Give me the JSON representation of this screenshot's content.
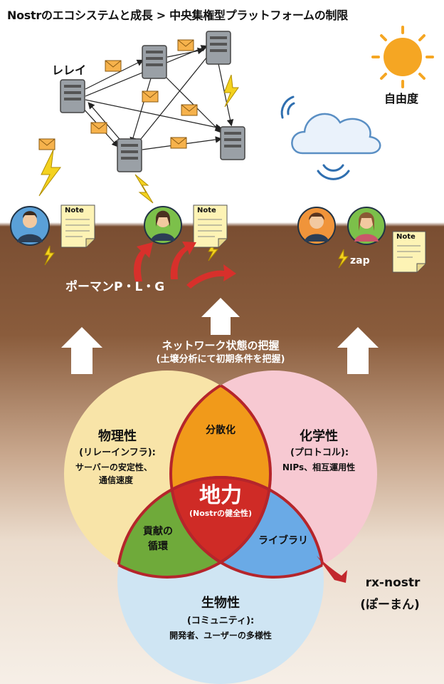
{
  "header": {
    "title": "Nostrのエコシステムと成長 > 中央集権型プラットフォームの制限"
  },
  "top": {
    "relay_label": "レレイ",
    "freedom_label": "自由度",
    "note_label": "Note",
    "zap_label": "zap",
    "poman_label": "ポーマンP・L・G"
  },
  "network": {
    "title": "ネットワーク状態の把握",
    "subtitle": "(土壌分析にて初期条件を把握)"
  },
  "venn": {
    "physics": {
      "title": "物理性",
      "sub": "(リレーインフラ):",
      "desc1": "サーバーの安定性、",
      "desc2": "通信速度"
    },
    "chemistry": {
      "title": "化学性",
      "sub": "(プロトコル):",
      "desc": "NIPs、相互運用性"
    },
    "biology": {
      "title": "生物性",
      "sub": "(コミュニティ):",
      "desc": "開発者、ユーザーの多様性"
    },
    "decentral": "分散化",
    "contribution1": "貢献の",
    "contribution2": "循環",
    "library": "ライブラリ",
    "center_title": "地力",
    "center_sub": "(Nostrの健全性)"
  },
  "side": {
    "rx": "rx-nostr",
    "poman": "(ぽーまん)"
  },
  "colors": {
    "physics": "#f8e4a8",
    "chemistry": "#f7c9d2",
    "biology": "#cfe5f3",
    "decentral": "#f19a1a",
    "contribution": "#6faa3a",
    "library": "#6aaae6",
    "center": "#cf2b26",
    "outline": "#b5252b",
    "soil": "#7a4e32"
  }
}
